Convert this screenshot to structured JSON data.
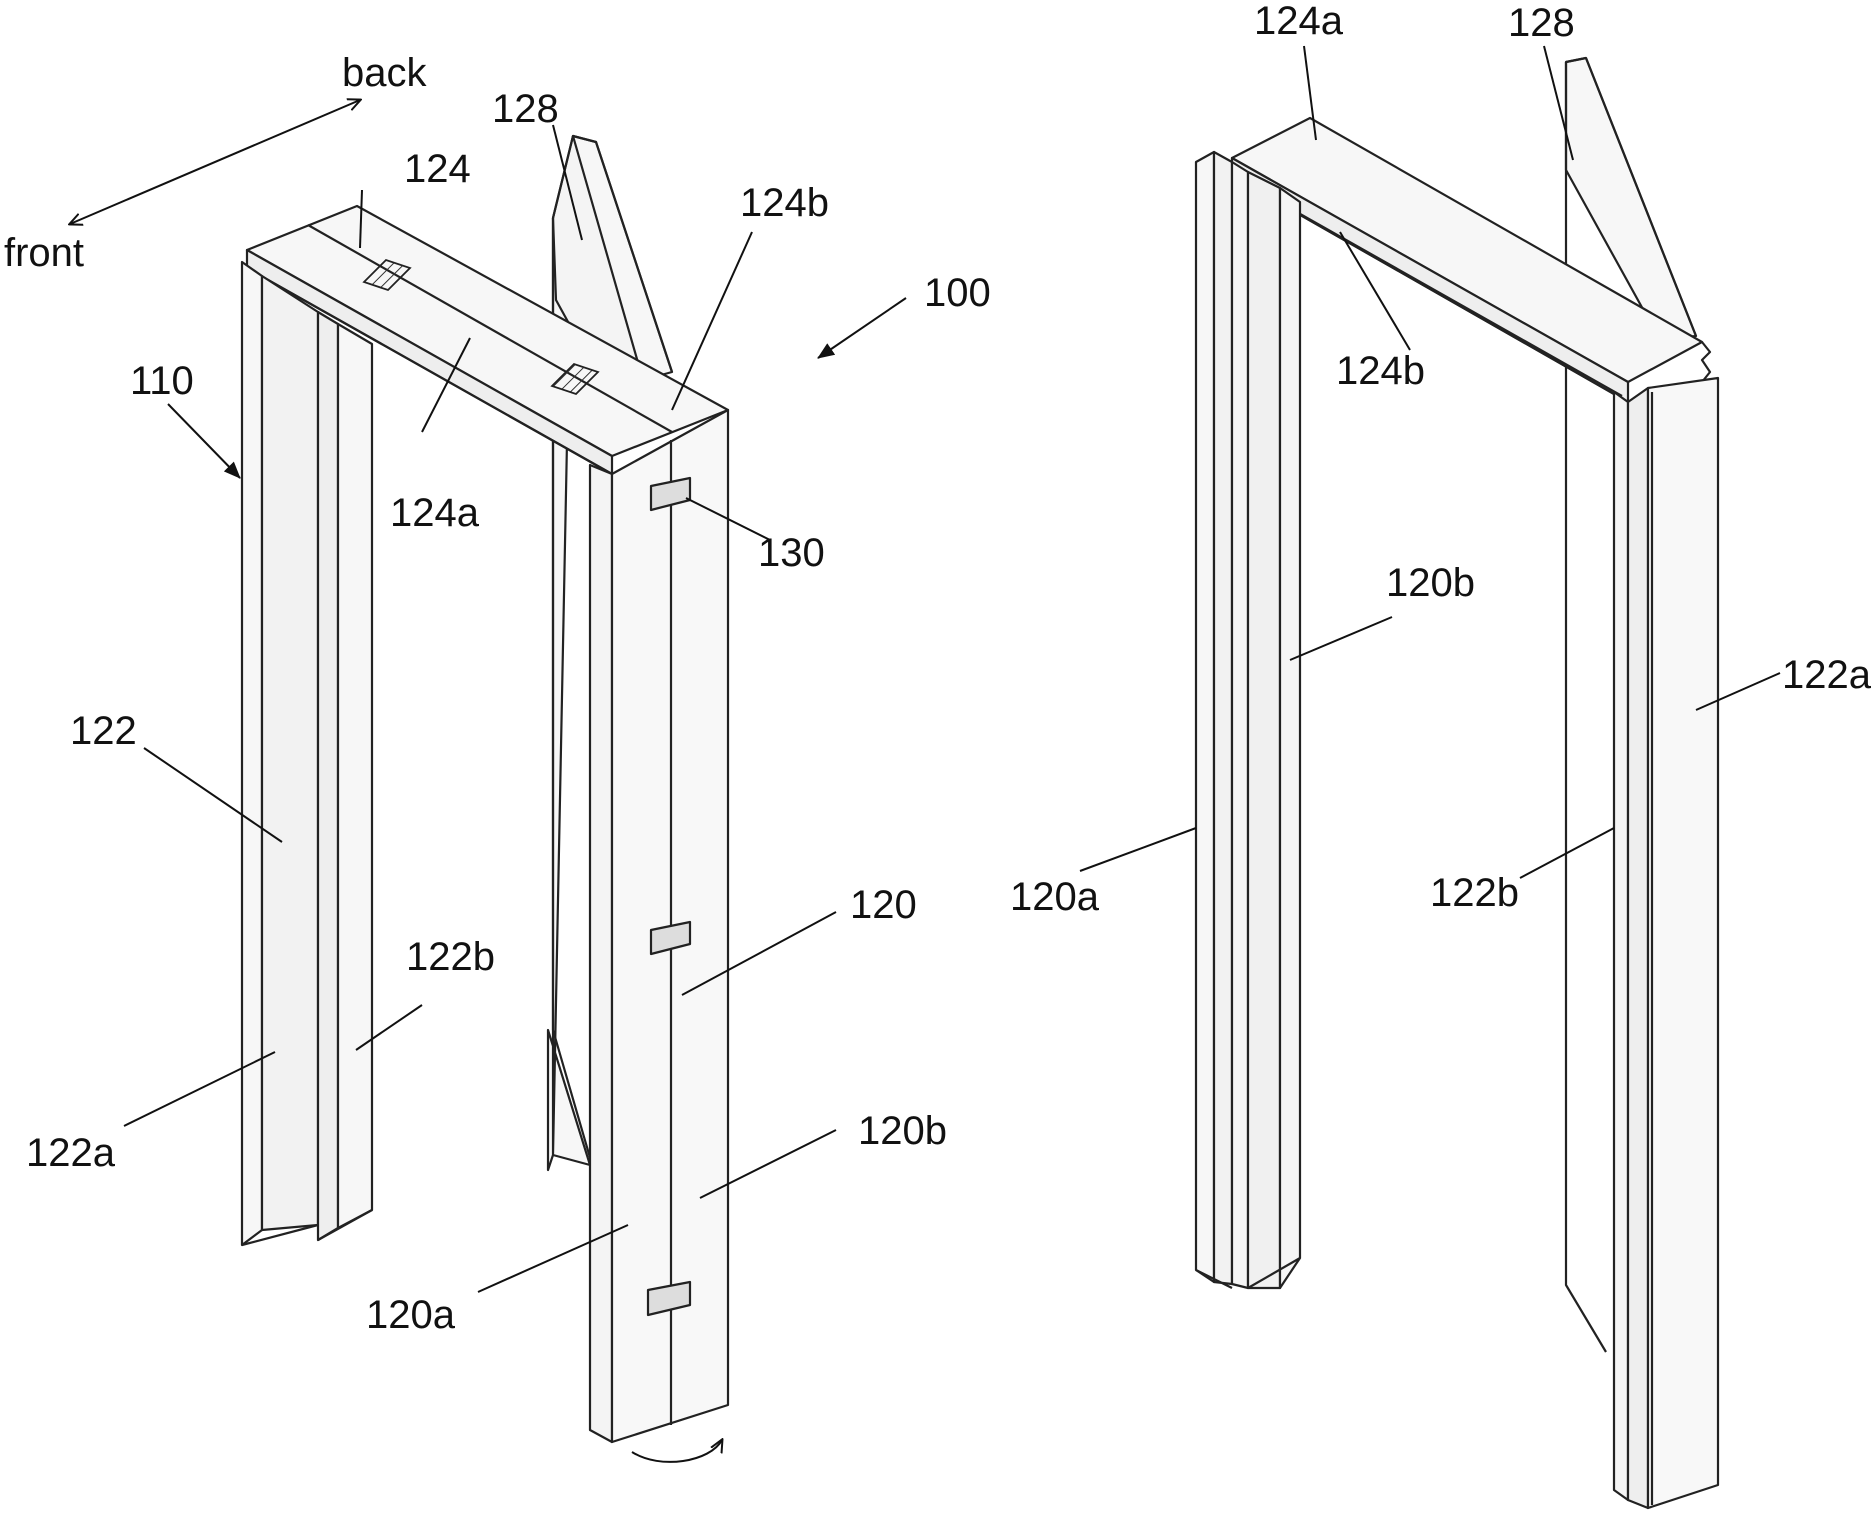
{
  "figure": {
    "direction_back": "back",
    "direction_front": "front",
    "left_view": {
      "labels": {
        "frame": "100",
        "jamb_assembly": "110",
        "top_jamb": "124",
        "top_jamb_front": "124a",
        "top_jamb_back": "124b",
        "brace": "128",
        "hinge": "130",
        "left_jamb": "122",
        "left_jamb_front": "122a",
        "left_jamb_back": "122b",
        "right_jamb": "120",
        "right_jamb_front": "120a",
        "right_jamb_back": "120b"
      }
    },
    "right_view": {
      "labels": {
        "top_jamb_front": "124a",
        "top_jamb_back": "124b",
        "brace": "128",
        "right_jamb_back": "120b",
        "right_jamb_front": "120a",
        "left_jamb_front": "122a",
        "left_jamb_back": "122b"
      }
    },
    "colors": {
      "line": "#222222",
      "face_light": "#f7f7f7",
      "face_mid": "#ececec",
      "hatch_fill": "#dddddd"
    }
  }
}
